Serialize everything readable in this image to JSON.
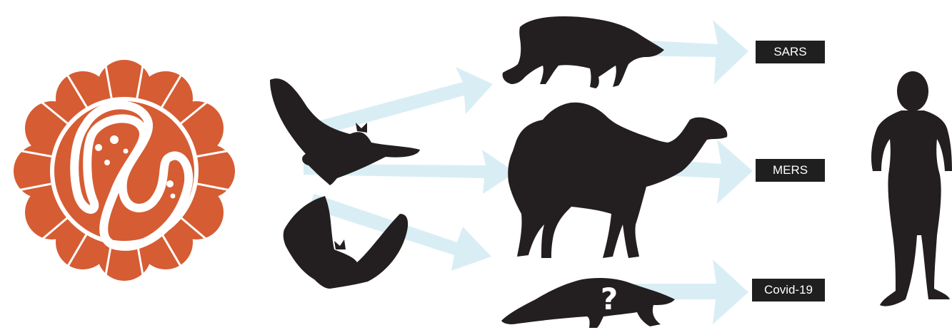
{
  "colors": {
    "virus": "#d65c33",
    "silhouette": "#231f20",
    "arrow": "#d9eef4",
    "label_bg": "#1f1f1f",
    "label_text": "#ffffff"
  },
  "icons": {
    "virus": "coronavirus-icon",
    "bat_top": "bat-flying-icon",
    "bat_bottom": "bat-hanging-icon",
    "civet": "civet-icon",
    "camel": "camel-icon",
    "pangolin": "pangolin-icon",
    "human": "human-icon"
  },
  "labels": {
    "sars": "SARS",
    "mers": "MERS",
    "covid": "Covid-19",
    "unknown_host": "?"
  }
}
